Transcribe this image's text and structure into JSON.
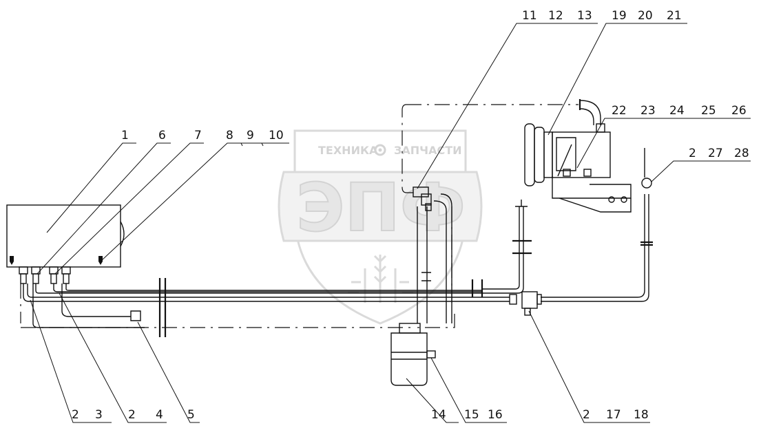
{
  "watermark": {
    "left_text": "ТЕХНИКА",
    "right_text": "ЗАПЧАСТИ",
    "logo_letters": "ЭПФ",
    "gear_icon": "gear-icon"
  },
  "callouts": {
    "c1": "1",
    "c6": "6",
    "c7": "7",
    "c8_10": [
      "8",
      "9",
      "10"
    ],
    "c11_13": [
      "11",
      "12",
      "13"
    ],
    "c19_21": [
      "19",
      "20",
      "21"
    ],
    "c22_26": [
      "22",
      "23",
      "24",
      "25",
      "26"
    ],
    "c2_27_28": [
      "2",
      "27",
      "28"
    ],
    "c2_3": [
      "2",
      "3"
    ],
    "c2_4": [
      "2",
      "4"
    ],
    "c5": "5",
    "c14": "14",
    "c15_16": [
      "15",
      "16"
    ],
    "c2_17_18": [
      "2",
      "17",
      "18"
    ]
  },
  "colors": {
    "line": "#111111",
    "watermark": "#cfcfcf"
  }
}
